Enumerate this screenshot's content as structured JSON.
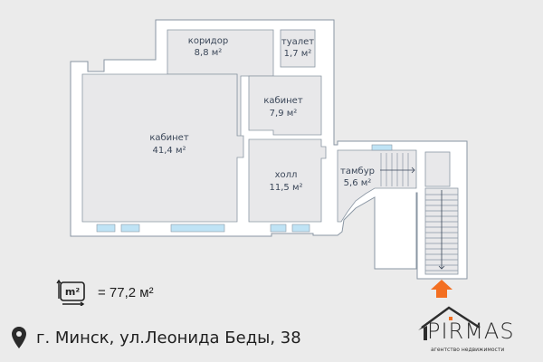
{
  "floorplan": {
    "rooms": [
      {
        "name": "коридор",
        "area": "8,8 м²"
      },
      {
        "name": "туалет",
        "area": "1,7 м²"
      },
      {
        "name": "кабинет",
        "area": "7,9 м²"
      },
      {
        "name": "кабинет",
        "area": "41,4 м²"
      },
      {
        "name": "холл",
        "area": "11,5 м²"
      },
      {
        "name": "тамбур",
        "area": "5,6 м²"
      }
    ],
    "entrance_arrow_color": "#f36f21",
    "window_color": "#bfe3f5"
  },
  "summary": {
    "area_icon": "m²",
    "total_area": "= 77,2  м²"
  },
  "address": {
    "text": "г. Минск, ул.Леонида Беды, 38"
  },
  "logo": {
    "name": "PIRMAS",
    "subtitle": "агентство недвижимости",
    "accent": "#f36f21"
  }
}
